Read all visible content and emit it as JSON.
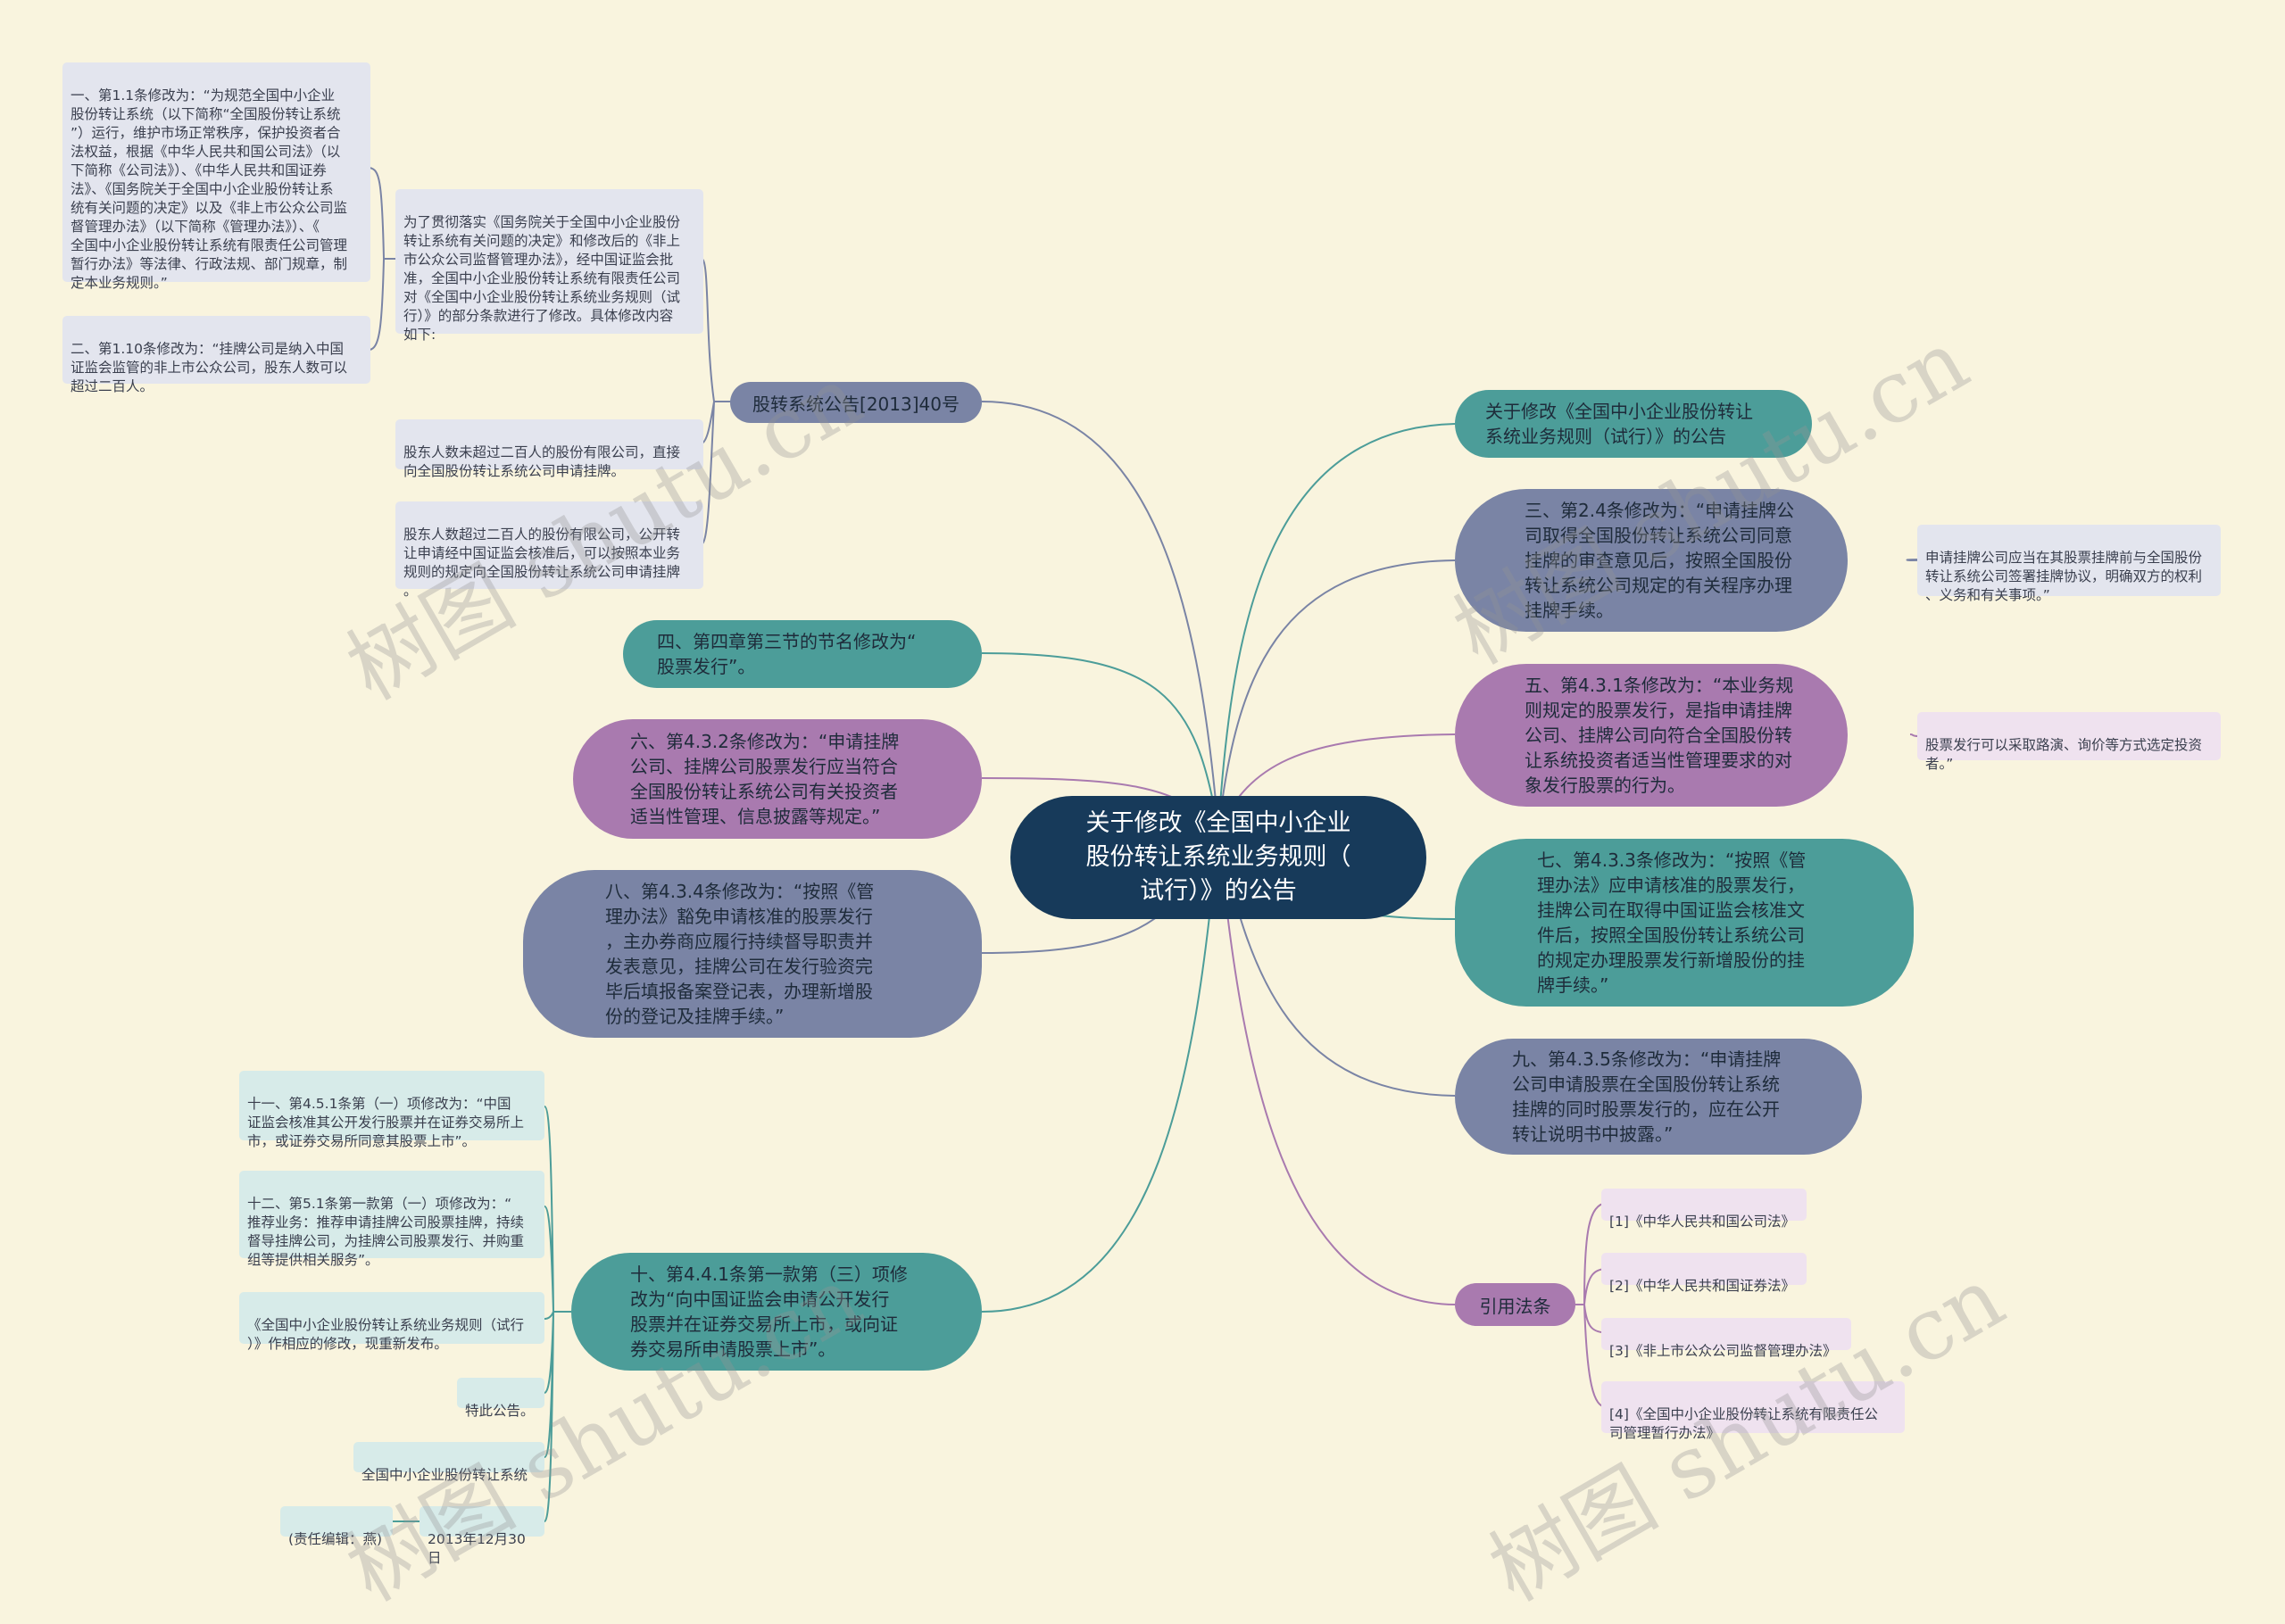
{
  "root": {
    "title": "关于修改《全国中小企业\n股份转让系统业务规则（\n试行）》的公告"
  },
  "right": {
    "r1": "关于修改《全国中小企业股份转让\n系统业务规则（试行）》的公告",
    "r2": "三、第2.4条修改为：“申请挂牌公\n司取得全国股份转让系统公司同意\n挂牌的审查意见后，按照全国股份\n转让系统公司规定的有关程序办理\n挂牌手续。",
    "r2_note": "申请挂牌公司应当在其股票挂牌前与全国股份\n转让系统公司签署挂牌协议，明确双方的权利\n、义务和有关事项。”",
    "r3": "五、第4.3.1条修改为：“本业务规\n则规定的股票发行，是指申请挂牌\n公司、挂牌公司向符合全国股份转\n让系统投资者适当性管理要求的对\n象发行股票的行为。",
    "r3_note": "股票发行可以采取路演、询价等方式选定投资\n者。”",
    "r4": "七、第4.3.3条修改为：“按照《管\n理办法》应申请核准的股票发行，\n挂牌公司在取得中国证监会核准文\n件后，按照全国股份转让系统公司\n的规定办理股票发行新增股份的挂\n牌手续。”",
    "r5": "九、第4.3.5条修改为：“申请挂牌\n公司申请股票在全国股份转让系统\n挂牌的同时股票发行的，应在公开\n转让说明书中披露。”",
    "r6": "引用法条",
    "laws": [
      "[1]《中华人民共和国公司法》",
      "[2]《中华人民共和国证券法》",
      "[3]《非上市公众公司监督管理办法》",
      "[4]《全国中小企业股份转让系统有限责任公\n司管理暂行办法》"
    ]
  },
  "left": {
    "l1": "股转系统公告[2013]40号",
    "l1_children": [
      "为了贯彻落实《国务院关于全国中小企业股份\n转让系统有关问题的决定》和修改后的《非上\n市公众公司监督管理办法》，经中国证监会批\n准，全国中小企业股份转让系统有限责任公司\n对《全国中小企业股份转让系统业务规则（试\n行）》的部分条款进行了修改。具体修改内容\n如下:",
      "股东人数未超过二百人的股份有限公司，直接\n向全国股份转让系统公司申请挂牌。",
      "股东人数超过二百人的股份有限公司，公开转\n让申请经中国证监会核准后，可以按照本业务\n规则的规定向全国股份转让系统公司申请挂牌\n。"
    ],
    "l1_grand": [
      "一、第1.1条修改为：“为规范全国中小企业\n股份转让系统（以下简称“全国股份转让系统\n”）运行，维护市场正常秩序，保护投资者合\n法权益，根据《中华人民共和国公司法》（以\n下简称《公司法》）、《中华人民共和国证券\n法》、《国务院关于全国中小企业股份转让系\n统有关问题的决定》以及《非上市公众公司监\n督管理办法》（以下简称《管理办法》）、《\n全国中小企业股份转让系统有限责任公司管理\n暂行办法》等法律、行政法规、部门规章，制\n定本业务规则。”",
      "二、第1.10条修改为：“挂牌公司是纳入中国\n证监会监管的非上市公众公司，股东人数可以\n超过二百人。"
    ],
    "l2": "四、第四章第三节的节名修改为“\n股票发行”。",
    "l3": "六、第4.3.2条修改为：“申请挂牌\n公司、挂牌公司股票发行应当符合\n全国股份转让系统公司有关投资者\n适当性管理、信息披露等规定。”",
    "l4": "八、第4.3.4条修改为：“按照《管\n理办法》豁免申请核准的股票发行\n，主办券商应履行持续督导职责并\n发表意见，挂牌公司在发行验资完\n毕后填报备案登记表，办理新增股\n份的登记及挂牌手续。”",
    "l5": "十、第4.4.1条第一款第（三）项修\n改为“向中国证监会申请公开发行\n股票并在证券交易所上市，或向证\n券交易所申请股票上市”。",
    "l5_children": [
      "十一、第4.5.1条第（一）项修改为：“中国\n证监会核准其公开发行股票并在证券交易所上\n市，或证券交易所同意其股票上市”。",
      "十二、第5.1条第一款第（一）项修改为：“\n推荐业务：推荐申请挂牌公司股票挂牌，持续\n督导挂牌公司，为挂牌公司股票发行、并购重\n组等提供相关服务”。",
      "《全国中小企业股份转让系统业务规则（试行\n）》作相应的修改，现重新发布。",
      "特此公告。",
      "全国中小企业股份转让系统",
      "2013年12月30日"
    ],
    "editor": "(责任编辑：燕)"
  },
  "watermark": "树图 shutu.cn",
  "colors": {
    "background": "#f9f4de",
    "root": "#173a5a",
    "teal": "#4c9d99",
    "purple": "#a97aaf",
    "slate": "#7a84a5",
    "note": "#e3e5ee",
    "note_pink": "#efe2ef",
    "note_cyan": "#d7ebe9"
  }
}
